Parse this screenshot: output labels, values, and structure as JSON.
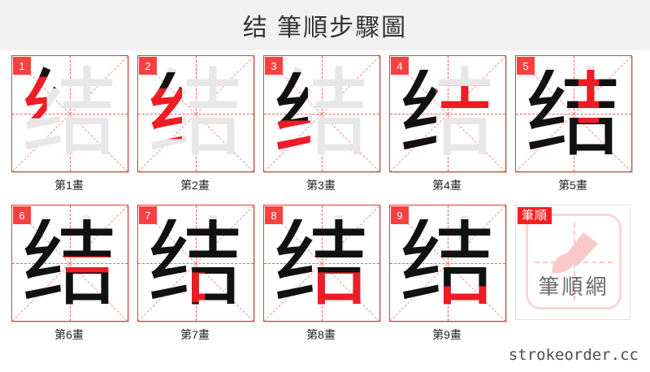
{
  "header": {
    "title": "结 筆順步驟圖",
    "background": "#f2f2f2",
    "text_color": "#333333"
  },
  "character": {
    "glyph": "结",
    "total_strokes": 9,
    "ghost_color": "#e7e7e7",
    "drawn_color": "#111111",
    "active_stroke_color": "#ee1c25",
    "grid_border_color": "#ff3333",
    "guide_color": "#f06060"
  },
  "cells": [
    {
      "number": "1",
      "label": "第1畫",
      "glyph": "结",
      "stroke_index": 1
    },
    {
      "number": "2",
      "label": "第2畫",
      "glyph": "结",
      "stroke_index": 2
    },
    {
      "number": "3",
      "label": "第3畫",
      "glyph": "结",
      "stroke_index": 3
    },
    {
      "number": "4",
      "label": "第4畫",
      "glyph": "结",
      "stroke_index": 4
    },
    {
      "number": "5",
      "label": "第5畫",
      "glyph": "结",
      "stroke_index": 5
    },
    {
      "number": "6",
      "label": "第6畫",
      "glyph": "结",
      "stroke_index": 6
    },
    {
      "number": "7",
      "label": "第7畫",
      "glyph": "结",
      "stroke_index": 7
    },
    {
      "number": "8",
      "label": "第8畫",
      "glyph": "结",
      "stroke_index": 8
    },
    {
      "number": "9",
      "label": "第9畫",
      "glyph": "结",
      "stroke_index": 9
    }
  ],
  "logo": {
    "badge_label": "筆順",
    "brand_text": "筆順網",
    "badge_color": "#f42020",
    "accent_color": "#fbc5c5"
  },
  "watermark": {
    "text": "strokeorder.cc",
    "color": "#4c4c4c"
  }
}
